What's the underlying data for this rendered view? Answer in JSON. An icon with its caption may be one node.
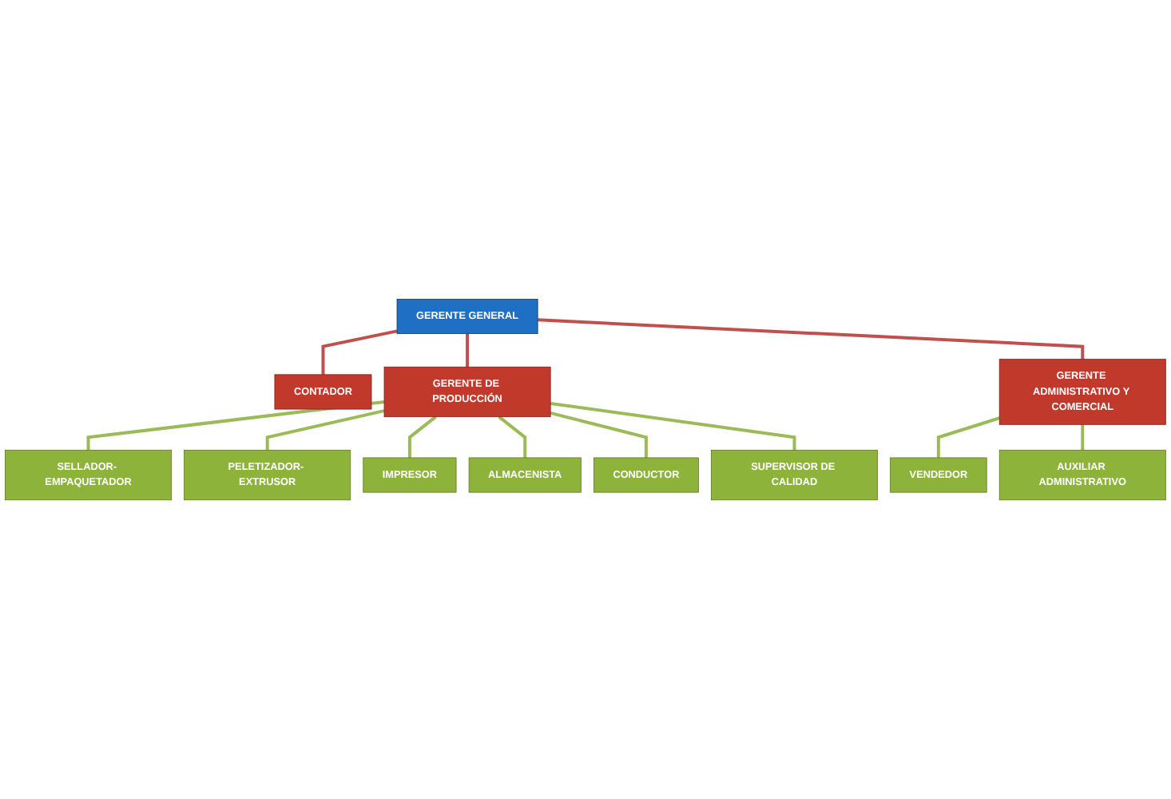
{
  "diagram": {
    "nodes": [
      {
        "text": [
          "GERENTE GENERAL"
        ]
      },
      {
        "text": [
          "CONTADOR"
        ]
      },
      {
        "text": [
          "GERENTE DE PRODUCCIÓN"
        ]
      },
      {
        "text": [
          "GERENTE ADMINISTRATIVO Y COMERCIAL"
        ]
      },
      {
        "text": [
          "SELLADOR- EMPAQUETADOR"
        ]
      },
      {
        "text": [
          "PELETIZADOR- EXTRUSOR"
        ]
      },
      {
        "text": [
          "VENDEDOR"
        ]
      },
      {
        "text": [
          "AUXILIAR ADMINISTRATIVO"
        ]
      },
      {
        "text": [
          "IMPRESOR"
        ]
      },
      {
        "text": [
          "ALMACENISTA"
        ]
      },
      {
        "text": [
          "CONDUCTOR"
        ]
      },
      {
        "text": [
          "SUPERVISOR DE CALIDAD"
        ]
      }
    ],
    "edges": [
      {
        "from": 0,
        "to": 1,
        "arrow": "none",
        "color": "#c0504d"
      },
      {
        "from": 0,
        "to": 2,
        "arrow": "none",
        "color": "#c0504d"
      },
      {
        "from": 0,
        "to": 3,
        "arrow": "none",
        "color": "#c0504d"
      },
      {
        "from": 2,
        "to": 4,
        "arrow": "none"
      },
      {
        "from": 2,
        "to": 5,
        "arrow": "none"
      },
      {
        "from": 3,
        "to": 6,
        "arrow": "none"
      },
      {
        "from": 3,
        "to": 7,
        "arrow": "none"
      },
      {
        "from": 2,
        "to": 8,
        "arrow": "none"
      },
      {
        "from": 2,
        "to": 9,
        "arrow": "none"
      },
      {
        "from": 2,
        "to": 10,
        "arrow": "none"
      },
      {
        "from": 2,
        "to": 11,
        "arrow": "none"
      }
    ]
  }
}
